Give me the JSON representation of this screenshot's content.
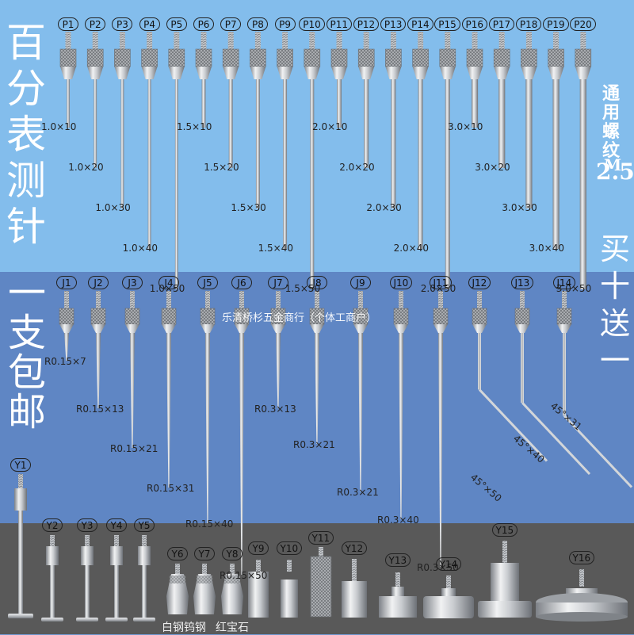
{
  "left_title": [
    "百",
    "分",
    "表",
    "测",
    "针"
  ],
  "right_title": [
    "通",
    "用",
    "螺",
    "纹",
    "M"
  ],
  "right_size": "2.5",
  "mid_left": [
    "一",
    "支",
    "包",
    "邮"
  ],
  "mid_right": [
    "买",
    "十",
    "送",
    "一"
  ],
  "watermark": "乐清桥杉五金商行（个体工商户）",
  "p_ids": [
    "P1",
    "P2",
    "P3",
    "P4",
    "P5",
    "P6",
    "P7",
    "P8",
    "P9",
    "P10",
    "P11",
    "P12",
    "P13",
    "P14",
    "P15",
    "P16",
    "P17",
    "P18",
    "P19",
    "P20"
  ],
  "p_specs": [
    "1.0×10",
    "1.0×20",
    "1.0×30",
    "1.0×40",
    "1.0×50",
    "1.5×10",
    "1.5×20",
    "1.5×30",
    "1.5×40",
    "1.5×50",
    "2.0×10",
    "2.0×20",
    "2.0×30",
    "2.0×40",
    "2.0×50",
    "3.0×10",
    "3.0×20",
    "3.0×30",
    "3.0×40",
    "3.0×50"
  ],
  "j_ids": [
    "J1",
    "J2",
    "J3",
    "J4",
    "J5",
    "J6",
    "J7",
    "J8",
    "J9",
    "J10",
    "J11",
    "J12",
    "J13",
    "J14"
  ],
  "j_specs": [
    "R0.15×7",
    "R0.15×13",
    "R0.15×21",
    "R0.15×31",
    "R0.15×40",
    "R0.15×50",
    "R0.3×13",
    "R0.3×21",
    "R0.3×21",
    "R0.3×40",
    "R0.3×50",
    "45°×50",
    "45°×40",
    "45°×31"
  ],
  "y_ids": [
    "Y1",
    "Y2",
    "Y3",
    "Y4",
    "Y5",
    "Y6",
    "Y7",
    "Y8",
    "Y9",
    "Y10",
    "Y11",
    "Y12",
    "Y13",
    "Y14",
    "Y15",
    "Y16"
  ],
  "materials": [
    "白钢",
    "钨钢",
    "红宝石"
  ],
  "colors": {
    "top_band": "#83bdec",
    "mid_band": "#5f86c4",
    "bottom_band": "#595959",
    "metal": "#c9ccd0"
  }
}
